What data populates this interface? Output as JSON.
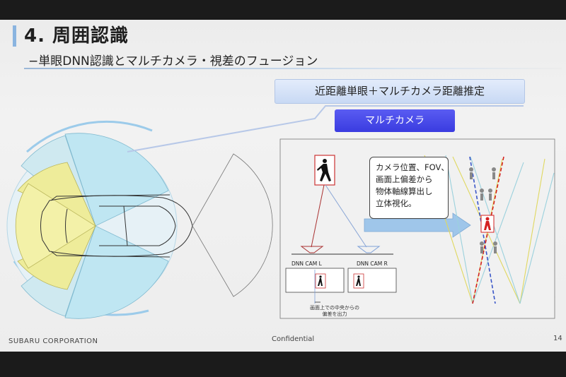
{
  "slide": {
    "title": "4. 周囲認識",
    "subtitle": "−単眼DNN認識とマルチカメラ・視差のフュージョン",
    "callout": "近距離単眼＋マルチカメラ距離推定",
    "multicam_label": "マルチカメラ",
    "description_lines": [
      "カメラ位置、FOV、",
      "画面上偏差から",
      "物体軸線算出し",
      "立体視化。"
    ],
    "cam_left_label": "DNN CAM L",
    "cam_right_label": "DNN CAM R",
    "note_lines": [
      "画面上での中央からの",
      "偏差を出力"
    ],
    "footer_company": "SUBARU CORPORATION",
    "footer_confidential": "Confidential",
    "page_number": "14"
  },
  "colors": {
    "accent_blue": "#3a3be0",
    "fov_cyan": "#bfe6f2",
    "fov_yellow": "#f1ef9a",
    "pedestrian_red": "#d42020"
  }
}
